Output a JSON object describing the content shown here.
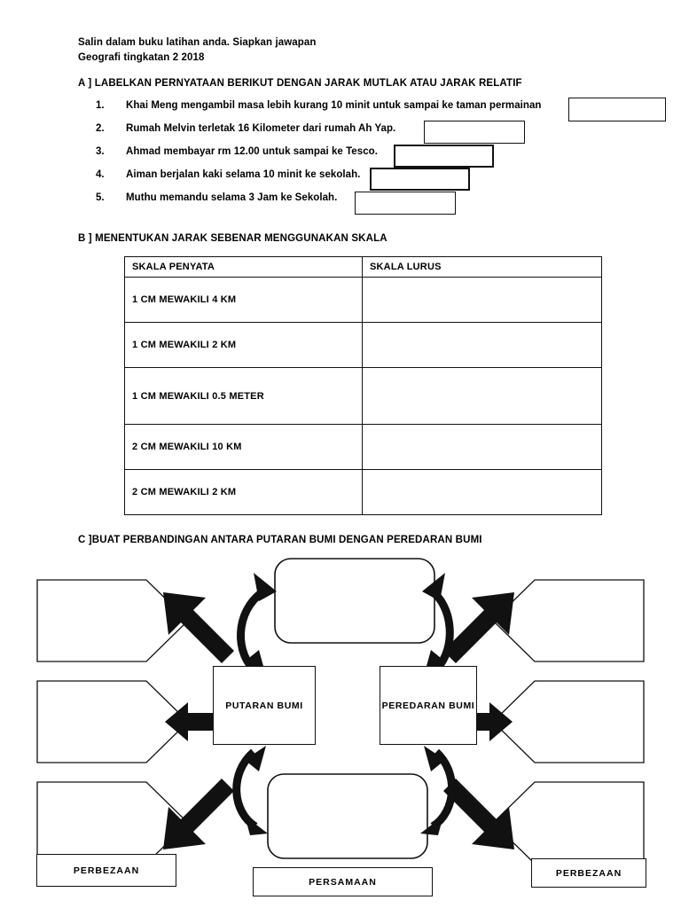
{
  "header": {
    "line1": "Salin dalam buku latihan anda. Siapkan jawapan",
    "line2": "Geografi tingkatan 2 2018"
  },
  "section_a": {
    "heading": "A ] LABELKAN PERNYATAAN BERIKUT DENGAN JARAK MUTLAK ATAU JARAK RELATIF",
    "items": [
      {
        "number": "1.",
        "text": "Khai Meng mengambil masa lebih kurang 10 minit untuk sampai ke taman permainan",
        "answer": ""
      },
      {
        "number": "2.",
        "text": "Rumah Melvin terletak 16 Kilometer dari rumah Ah Yap.",
        "answer": ""
      },
      {
        "number": "3.",
        "text": "Ahmad membayar rm 12.00 untuk sampai ke Tesco.",
        "answer": ""
      },
      {
        "number": "4.",
        "text": "Aiman berjalan kaki selama 10 minit ke sekolah.",
        "answer": ""
      },
      {
        "number": "5.",
        "text": "Muthu memandu selama 3 Jam ke Sekolah.",
        "answer": ""
      }
    ]
  },
  "section_b": {
    "heading": "B ] MENENTUKAN JARAK SEBENAR MENGGUNAKAN SKALA",
    "columns": [
      "SKALA PENYATA",
      "SKALA LURUS"
    ],
    "rows": [
      {
        "skala_penyata": "1 CM MEWAKILI 4 KM",
        "skala_lurus": ""
      },
      {
        "skala_penyata": "1 CM MEWAKILI 2 KM",
        "skala_lurus": ""
      },
      {
        "skala_penyata": "1 CM MEWAKILI 0.5 METER",
        "skala_lurus": ""
      },
      {
        "skala_penyata": "2 CM MEWAKILI 10 KM",
        "skala_lurus": ""
      },
      {
        "skala_penyata": "2 CM MEWAKILI 2 KM",
        "skala_lurus": ""
      }
    ]
  },
  "section_c": {
    "heading": "C ]BUAT PERBANDINGAN ANTARA PUTARAN BUMI DENGAN PEREDARAN BUMI",
    "center_left": "PUTARAN BUMI",
    "center_right": "PEREDARAN\nBUMI",
    "top_box": "",
    "bottom_box": "",
    "left_branches": [
      "",
      "",
      ""
    ],
    "right_branches": [
      "",
      "",
      ""
    ],
    "legend_left": "PERBEZAAN",
    "legend_center": "PERSAMAAN",
    "legend_right": "PERBEZAAN"
  },
  "colors": {
    "ink": "#111111",
    "paper": "#ffffff"
  }
}
